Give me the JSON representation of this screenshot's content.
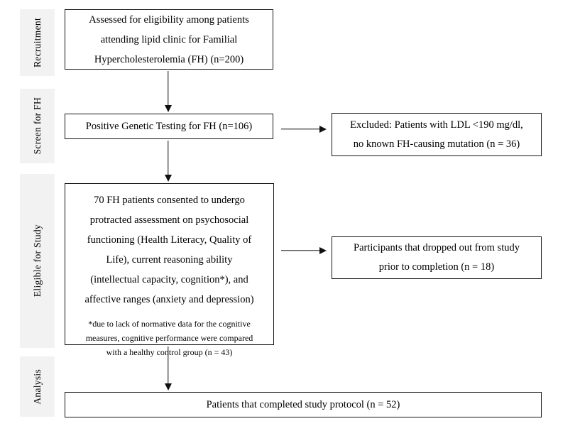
{
  "diagram": {
    "type": "study-flow-diagram",
    "colors": {
      "background": "#ffffff",
      "box_border": "#161616",
      "stage_label_bg": "#f2f2f2",
      "arrow": "#111111",
      "text": "#000000"
    },
    "stages": [
      {
        "label": "Recruitment"
      },
      {
        "label": "Screen for FH"
      },
      {
        "label": "Eligible for Study"
      },
      {
        "label": "Analysis"
      }
    ],
    "boxes": {
      "assessed": {
        "lines": [
          "Assessed for eligibility among patients",
          "attending lipid clinic for Familial",
          "Hypercholesterolemia (FH) (n=200)"
        ]
      },
      "genetic": {
        "text": "Positive Genetic Testing for FH (n=106)"
      },
      "excluded": {
        "lines": [
          "Excluded: Patients with LDL <190 mg/dl,",
          "no known FH-causing mutation (n = 36)"
        ]
      },
      "consented": {
        "lines": [
          "70 FH patients consented to undergo",
          "protracted assessment on psychosocial",
          "functioning (Health Literacy, Quality of",
          "Life), current reasoning ability",
          "(intellectual capacity, cognition*), and",
          "affective ranges (anxiety and depression)"
        ],
        "footnote_lines": [
          "*due to lack of normative data for the cognitive",
          "measures, cognitive performance were compared",
          "with a healthy control group (n = 43)"
        ]
      },
      "dropped": {
        "lines": [
          "Participants that dropped out from study",
          "prior to completion (n = 18)"
        ]
      },
      "completed": {
        "text": "Patients that completed study protocol (n = 52)"
      }
    }
  }
}
